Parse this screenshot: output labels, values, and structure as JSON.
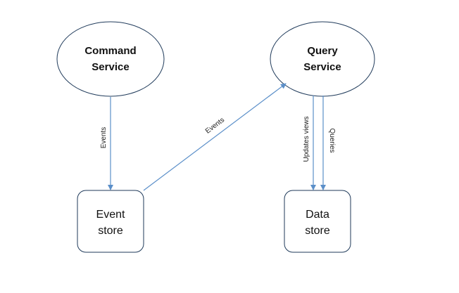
{
  "nodes": {
    "command_service": {
      "line1": "Command",
      "line2": "Service"
    },
    "query_service": {
      "line1": "Query",
      "line2": "Service"
    },
    "event_store": {
      "line1": "Event",
      "line2": "store"
    },
    "data_store": {
      "line1": "Data",
      "line2": "store"
    }
  },
  "edges": {
    "command_to_event_store": "Events",
    "event_store_to_query": "Events",
    "query_to_data_store_updates": "Updates views",
    "query_to_data_store_queries": "Queries"
  },
  "colors": {
    "edge": "#5b8fc9",
    "node_border": "#1f3a5a"
  }
}
